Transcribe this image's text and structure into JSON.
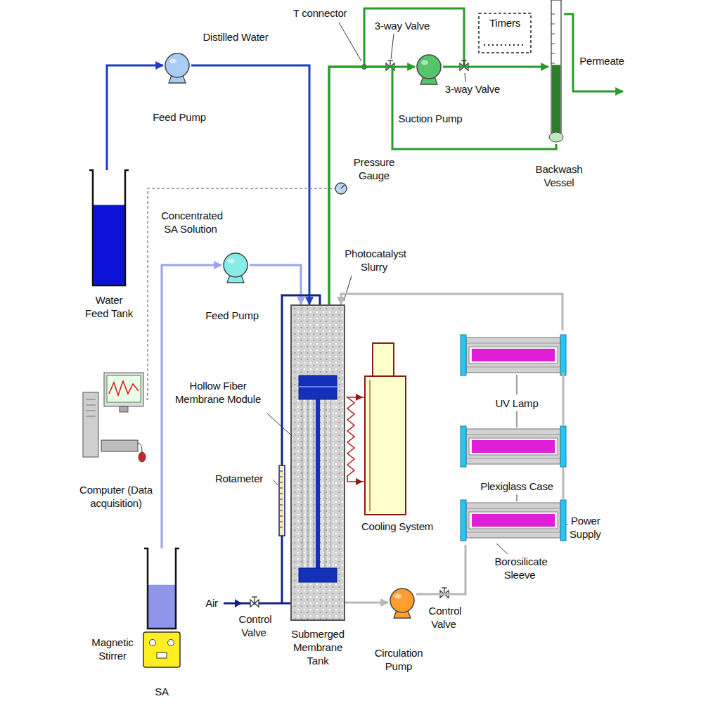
{
  "diagram": {
    "nodes": [
      {
        "text": [
          "Water Feed Tank"
        ]
      },
      {
        "text": [
          "Feed Pump"
        ]
      },
      {
        "text": [
          "Timers"
        ]
      },
      {
        "text": [
          "Suction Pump"
        ]
      },
      {
        "text": [
          "Backwash Vessel"
        ]
      },
      {
        "text": [
          "Pressure Gauge"
        ]
      },
      {
        "text": [
          "Feed Pump"
        ]
      },
      {
        "text": [
          "Submerged Membrane Tank"
        ]
      },
      {
        "text": [
          "Hollow Fiber Membrane Module"
        ],
        "in": 7
      },
      {
        "text": [
          "Computer (Data acquisition)"
        ]
      },
      {
        "text": [
          "Rotameter"
        ]
      },
      {
        "text": [
          "Cooling System"
        ]
      },
      {
        "text": [
          "UV Lamp"
        ]
      },
      {
        "text": [
          "Magnetic Stirrer"
        ]
      },
      {
        "text": [
          "SA"
        ]
      },
      {
        "text": [
          "Circulation Pump"
        ]
      }
    ],
    "edges": [
      {
        "from": 0,
        "to": 1,
        "arrow": "to"
      },
      {
        "from": 1,
        "to": 7,
        "label": "Distilled Water",
        "arrow": "to"
      },
      {
        "from": 14,
        "to": 6,
        "label": "Concentrated SA Solution",
        "arrow": "to"
      },
      {
        "from": 6,
        "to": 7,
        "arrow": "to"
      },
      {
        "from": 9,
        "to": 5,
        "arrow": "none"
      },
      {
        "from": 8,
        "to": 3,
        "arrow": "to"
      },
      {
        "from": 3,
        "to": 4,
        "arrow": "to"
      },
      {
        "from": 4,
        "to": 8,
        "arrow": "none"
      },
      {
        "from": 7,
        "to": 15,
        "arrow": "to"
      },
      {
        "from": 15,
        "to": 12,
        "arrow": "none"
      },
      {
        "from": 12,
        "to": 7,
        "arrow": "to"
      },
      {
        "from": 10,
        "to": 7,
        "arrow": "none"
      }
    ],
    "labels": [
      "T connector",
      "3-way Valve",
      "3-way Valve",
      "Permeate",
      "Photocatalyst Slurry",
      "Air",
      "Control Valve",
      "Control Valve",
      "Plexiglass Case",
      "Power Supply",
      "Borosilicate Sleeve"
    ]
  }
}
